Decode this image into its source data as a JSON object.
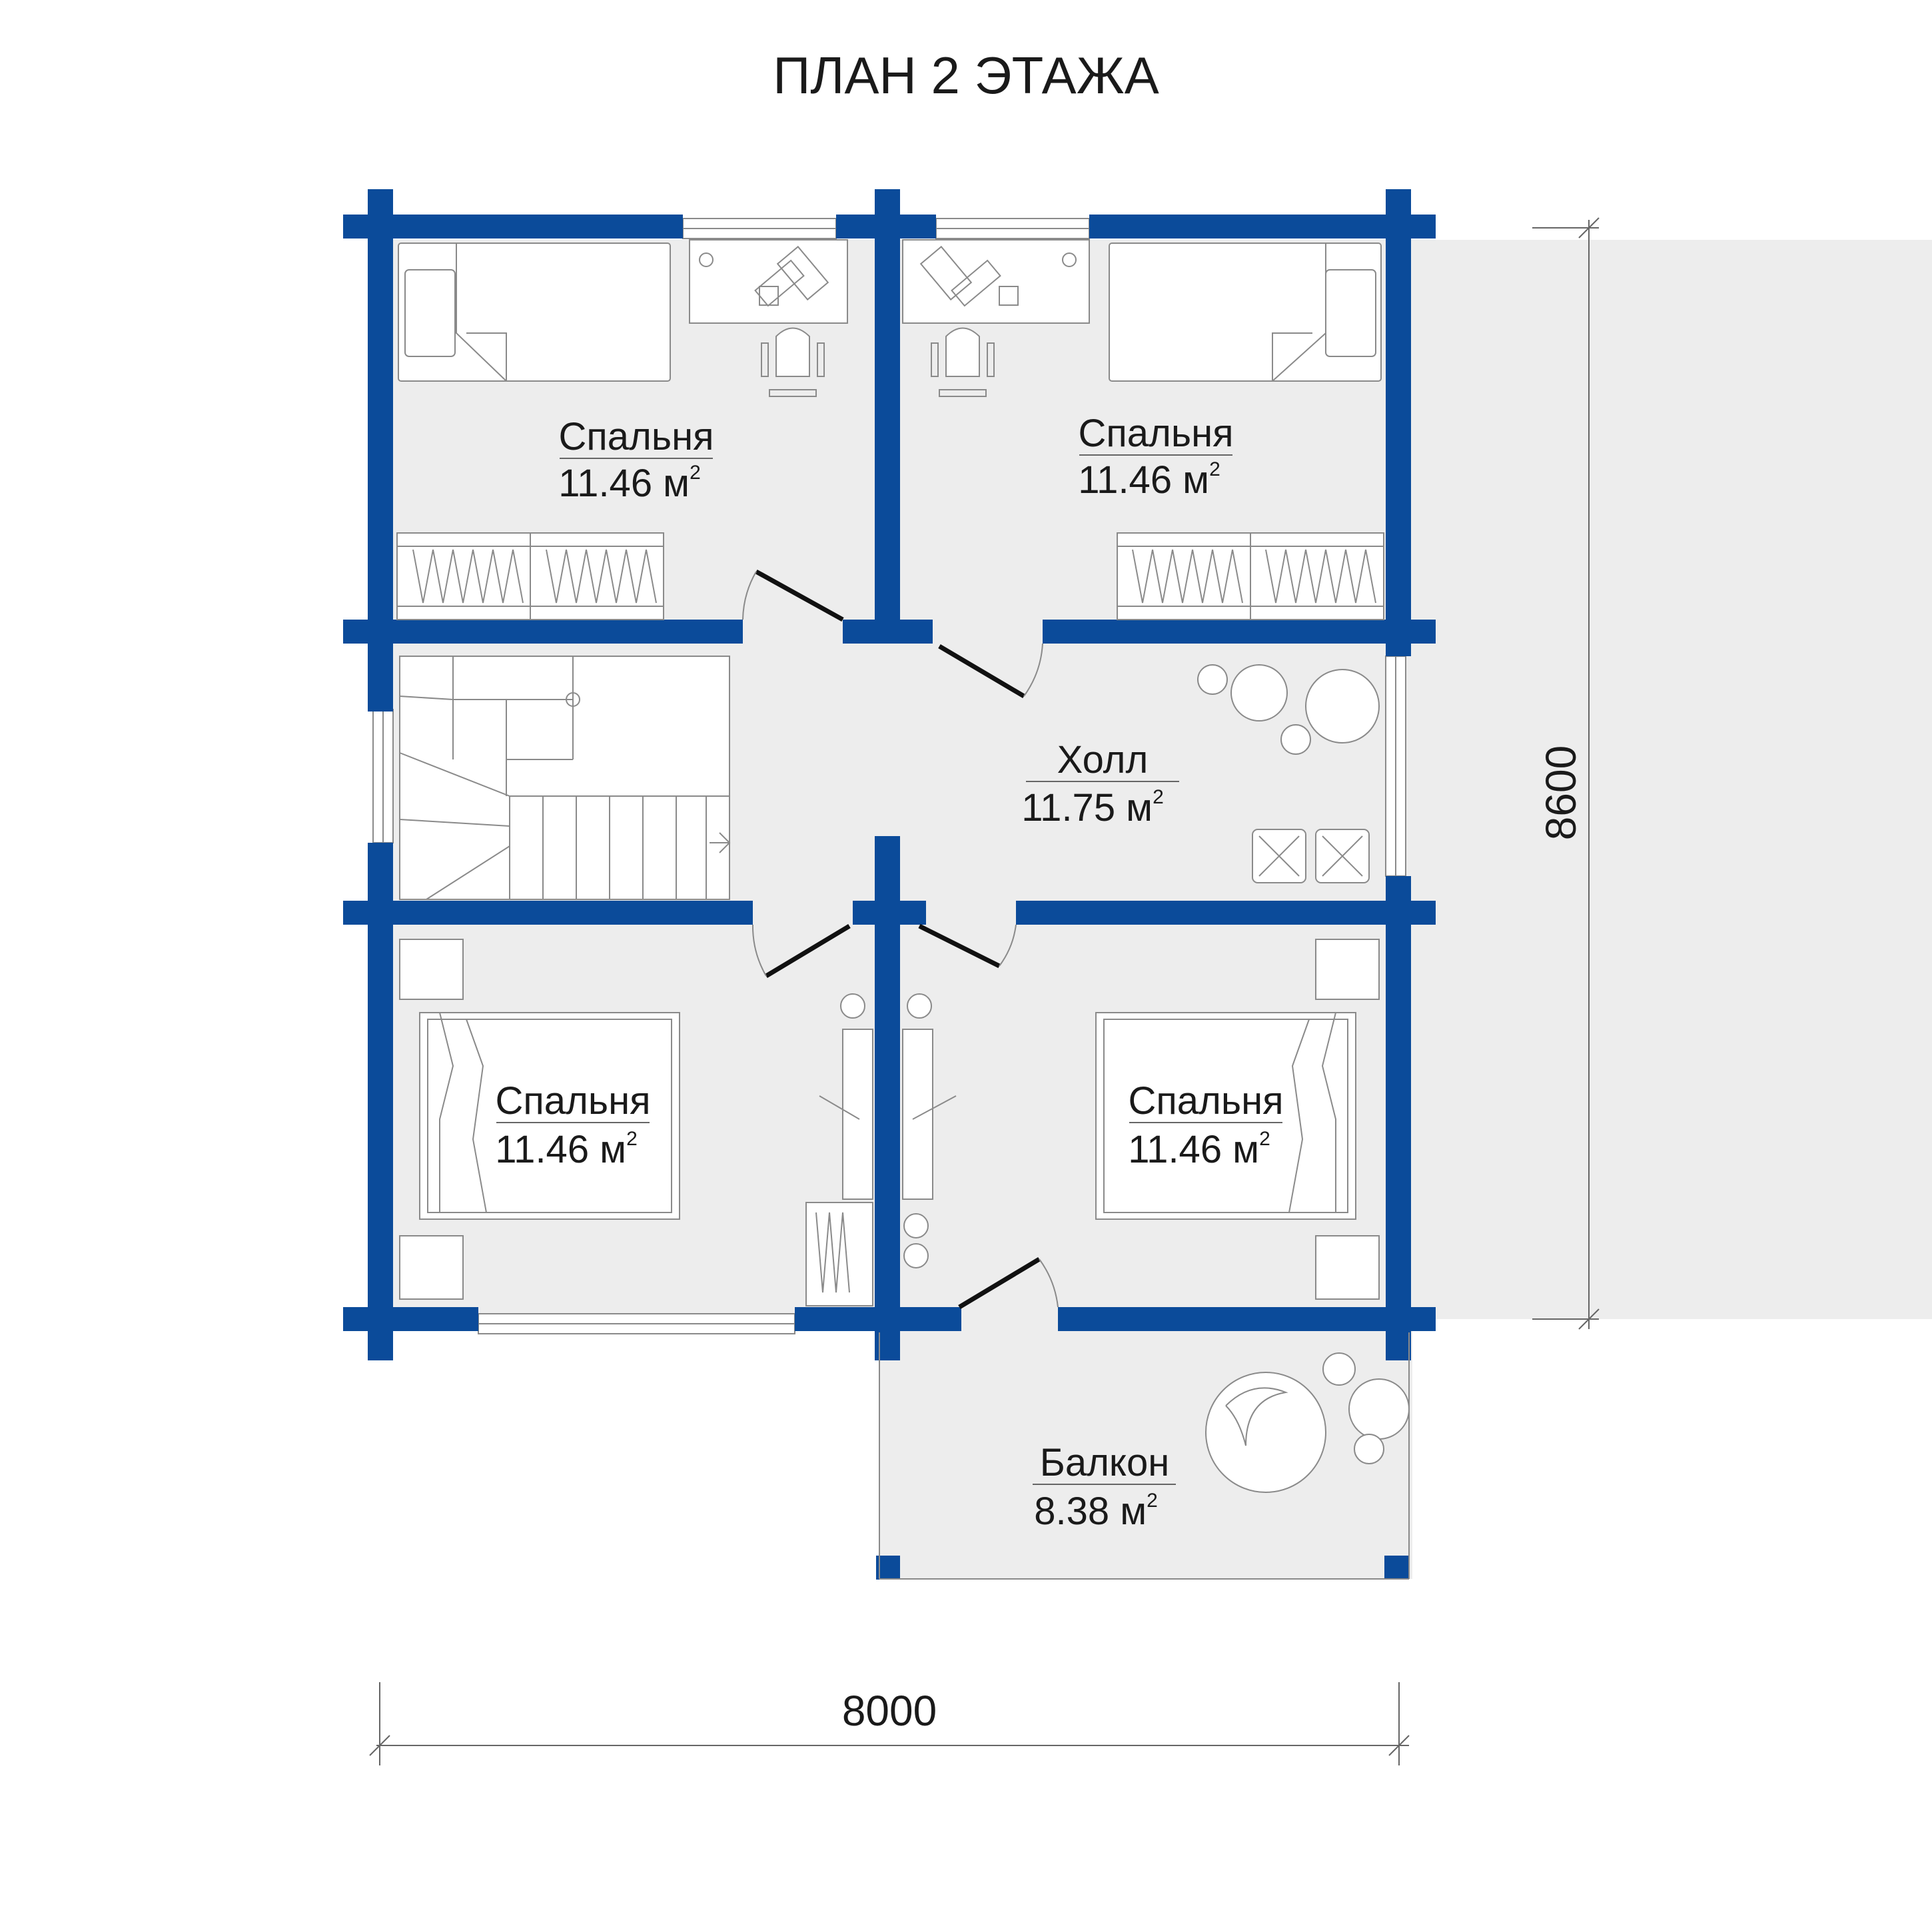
{
  "title": "ПЛАН 2 ЭТАЖА",
  "rooms": [
    {
      "id": "bedroom-1",
      "name": "Спальня",
      "area": "11.46 м",
      "sup": "2"
    },
    {
      "id": "bedroom-2",
      "name": "Спальня",
      "area": "11.46 м",
      "sup": "2"
    },
    {
      "id": "hall",
      "name": "Холл",
      "area": "11.75 м",
      "sup": "2"
    },
    {
      "id": "bedroom-3",
      "name": "Спальня",
      "area": "11.46 м",
      "sup": "2"
    },
    {
      "id": "bedroom-4",
      "name": "Спальня",
      "area": "11.46 м",
      "sup": "2"
    },
    {
      "id": "balcony",
      "name": "Балкон",
      "area": "8.38 м",
      "sup": "2"
    }
  ],
  "dimensions": {
    "width": "8000",
    "height": "8600"
  },
  "colors": {
    "wall": "#0b4b9a",
    "floor": "#ededed",
    "door": "#111111"
  }
}
